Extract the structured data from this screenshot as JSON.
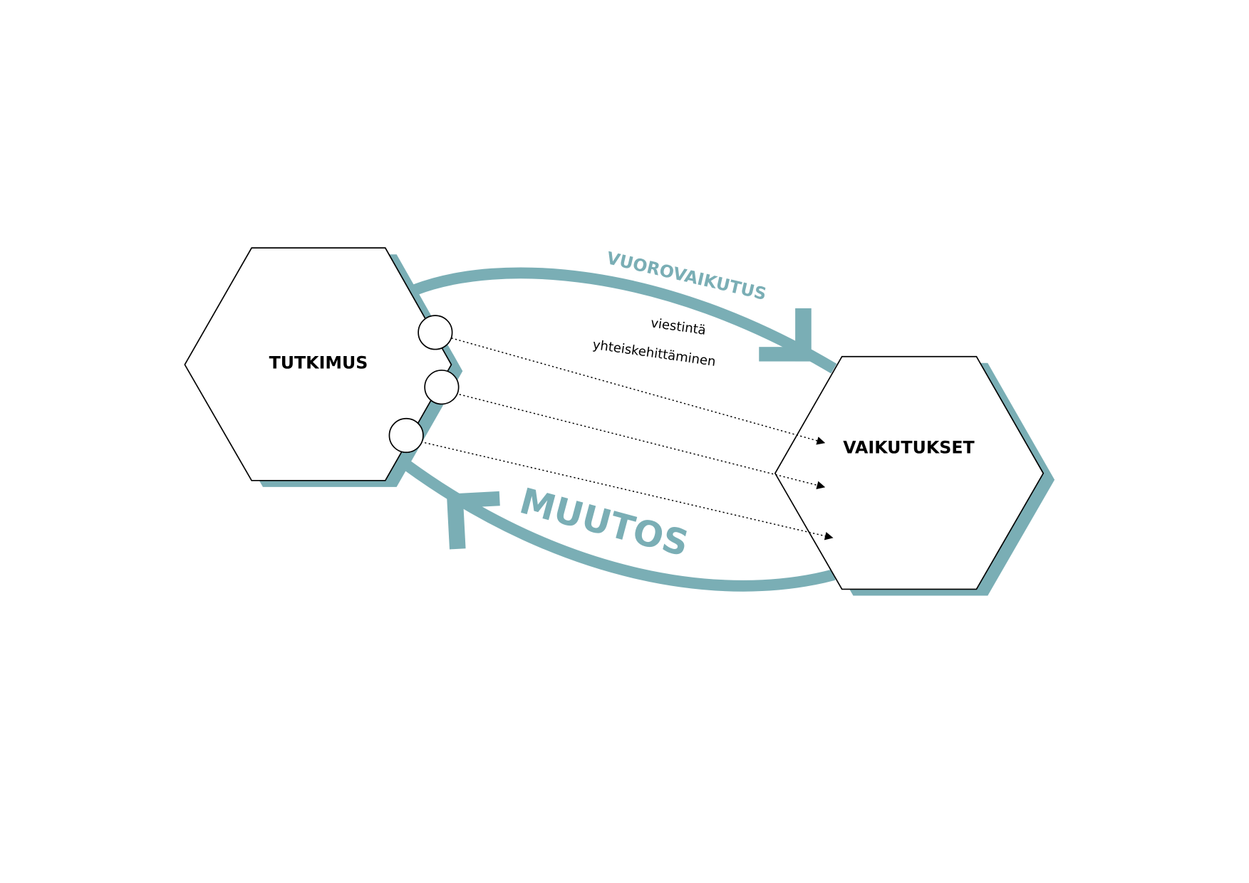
{
  "diagram": {
    "nodes": {
      "left": "TUTKIMUS",
      "right": "VAIKUTUKSET"
    },
    "arcs": {
      "top_label": "VUOROVAIKUTUS",
      "bottom_label": "MUUTOS"
    },
    "channels": [
      "viestintä",
      "yhteiskehittäminen"
    ],
    "colors": {
      "accent": "#7aaeb5",
      "stroke": "#000000"
    }
  }
}
